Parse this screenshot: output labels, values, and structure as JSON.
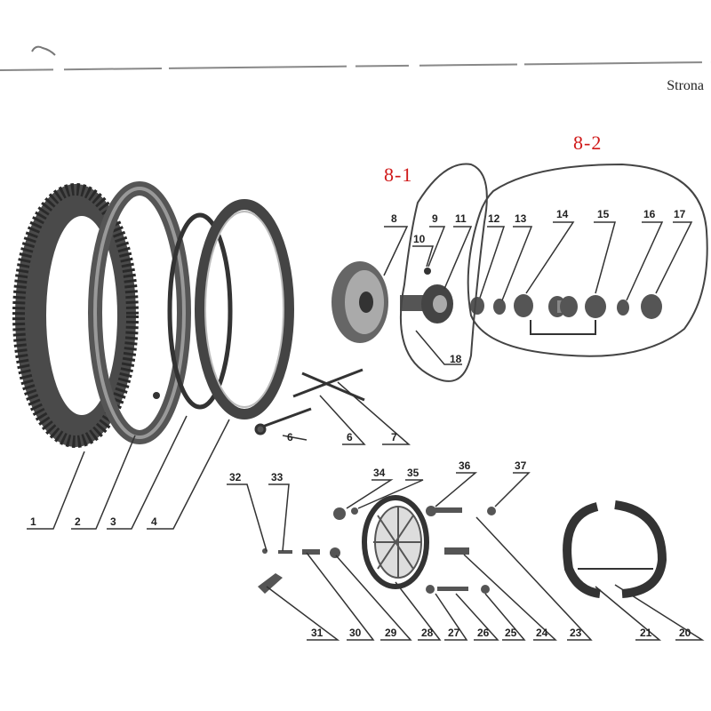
{
  "page_label": "Strona",
  "groups": {
    "g1": "8-1",
    "g2": "8-2"
  },
  "part_numbers": [
    "1",
    "2",
    "3",
    "4",
    "6",
    "6",
    "7",
    "8",
    "9",
    "10",
    "11",
    "12",
    "13",
    "14",
    "15",
    "16",
    "17",
    "18",
    "20",
    "21",
    "23",
    "24",
    "25",
    "26",
    "27",
    "28",
    "29",
    "30",
    "31",
    "32",
    "33",
    "34",
    "35",
    "36",
    "37"
  ]
}
